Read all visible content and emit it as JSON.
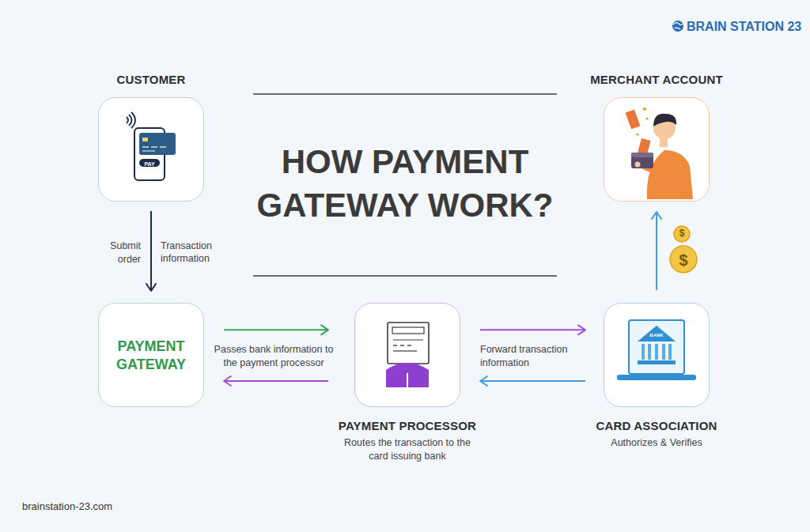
{
  "diagram": {
    "title": "HOW PAYMENT GATEWAY WORK?",
    "nodes": [
      {
        "text": [
          "CUSTOMER"
        ]
      },
      {
        "text": [
          "MERCHANT ACCOUNT"
        ]
      },
      {
        "text": [
          "PAYMENT GATEWAY"
        ]
      },
      {
        "text": [
          "PAYMENT PROCESSOR",
          "Routes the transaction to the card issuing bank"
        ]
      },
      {
        "text": [
          "CARD ASSOCIATION",
          "Authorizes & Verifies"
        ]
      }
    ],
    "edges": [
      {
        "from": 0,
        "to": 2,
        "arrow": "to",
        "label": "Submit order"
      },
      {
        "from": 2,
        "to": 3,
        "arrow": "to",
        "label": "Passes bank information to the payment processor"
      },
      {
        "from": 3,
        "to": 2,
        "arrow": "to"
      },
      {
        "from": 3,
        "to": 4,
        "arrow": "to",
        "label": "Forward transaction information"
      },
      {
        "from": 4,
        "to": 3,
        "arrow": "to"
      },
      {
        "from": 4,
        "to": 1,
        "arrow": "to"
      }
    ],
    "labels": [
      "Transaction information",
      "PAY",
      "BANK",
      "$",
      "$",
      "BRAIN STATION 23",
      "brainstation-23.com"
    ]
  }
}
